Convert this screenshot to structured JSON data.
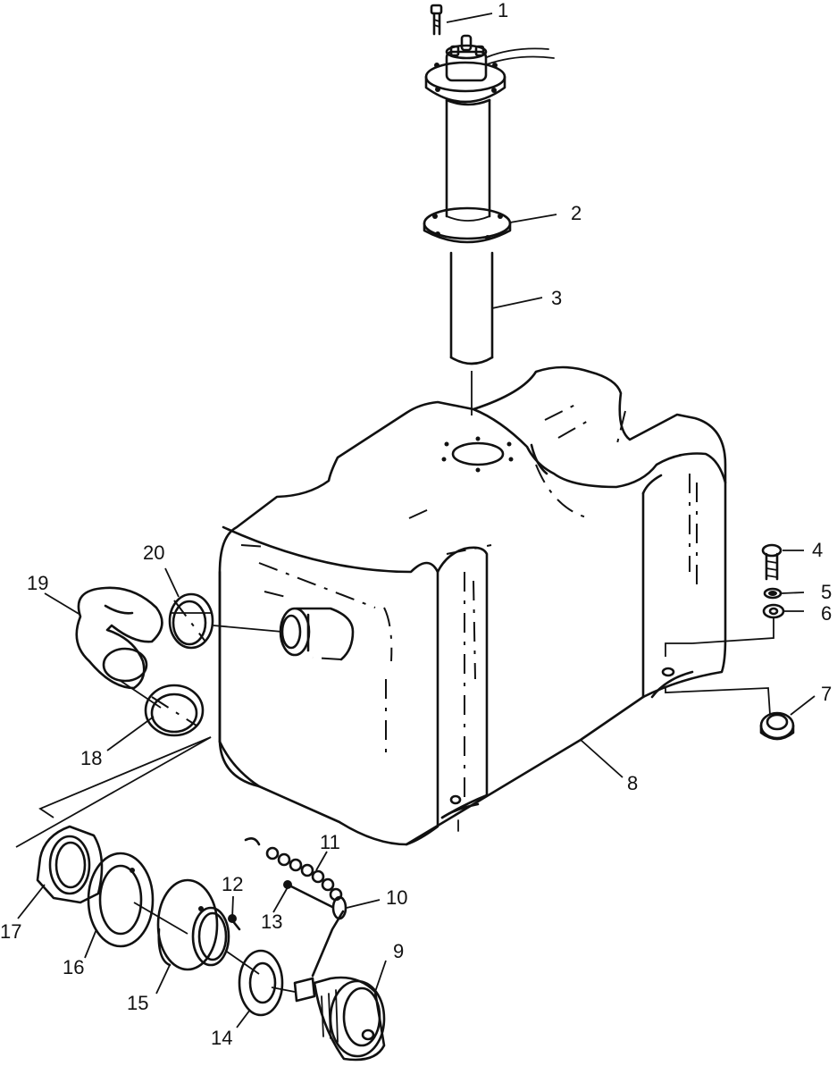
{
  "callouts": [
    {
      "id": "1",
      "text": "1"
    },
    {
      "id": "2",
      "text": "2"
    },
    {
      "id": "3",
      "text": "3"
    },
    {
      "id": "4",
      "text": "4"
    },
    {
      "id": "5",
      "text": "5"
    },
    {
      "id": "6",
      "text": "6"
    },
    {
      "id": "7",
      "text": "7"
    },
    {
      "id": "8",
      "text": "8"
    },
    {
      "id": "9",
      "text": "9"
    },
    {
      "id": "10",
      "text": "10"
    },
    {
      "id": "11",
      "text": "11"
    },
    {
      "id": "12",
      "text": "12"
    },
    {
      "id": "13",
      "text": "13"
    },
    {
      "id": "14",
      "text": "14"
    },
    {
      "id": "15",
      "text": "15"
    },
    {
      "id": "16",
      "text": "16"
    },
    {
      "id": "17",
      "text": "17"
    },
    {
      "id": "18",
      "text": "18"
    },
    {
      "id": "19",
      "text": "19"
    },
    {
      "id": "20",
      "text": "20"
    }
  ],
  "style": {
    "ink": "#111111",
    "paper": "#ffffff"
  }
}
